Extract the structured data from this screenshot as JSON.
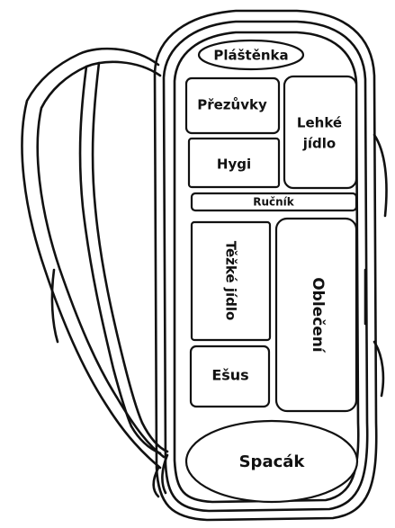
{
  "diagram": {
    "compartments": {
      "plastenka": "Pláštěnka",
      "prezuvky": "Přezůvky",
      "lehke_jidlo_line1": "Lehké",
      "lehke_jidlo_line2": "jídlo",
      "hygi": "Hygi",
      "rucnik": "Ručník",
      "tezke_jidlo": "Těžké jídlo",
      "obleceni": "Oblečení",
      "esus": "Ešus",
      "spacak": "Spacák"
    }
  }
}
